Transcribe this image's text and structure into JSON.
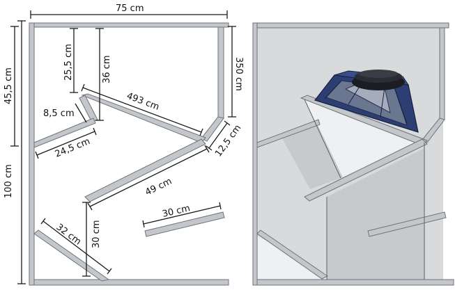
{
  "colors": {
    "board_fill": "#c3c6ca",
    "board_edge": "#6f7378",
    "dimension_line": "#1a1a1a",
    "speaker_blue": "#2d3f72",
    "speaker_dark": "#1b1d22"
  },
  "dimensions": {
    "top_width": "75 cm",
    "upper_left_height": "45,5 cm",
    "lower_left_height": "100 cm",
    "right_wall_height": "350 cm",
    "inner_drop_1": "25,5 cm",
    "inner_drop_2": "36 cm",
    "upper_diagonal": "493 cm",
    "small_lip": "8,5 cm",
    "left_shelf": "24,5 cm",
    "right_short_diag": "12,5 cm",
    "long_diagonal": "49 cm",
    "vertical_lower": "30 cm",
    "loose_panel": "30 cm",
    "lower_left_diag": "32 cm"
  },
  "render": {
    "section_view": "cross-section-with-dimensions",
    "perspective_view": "3d-render-with-speaker"
  }
}
